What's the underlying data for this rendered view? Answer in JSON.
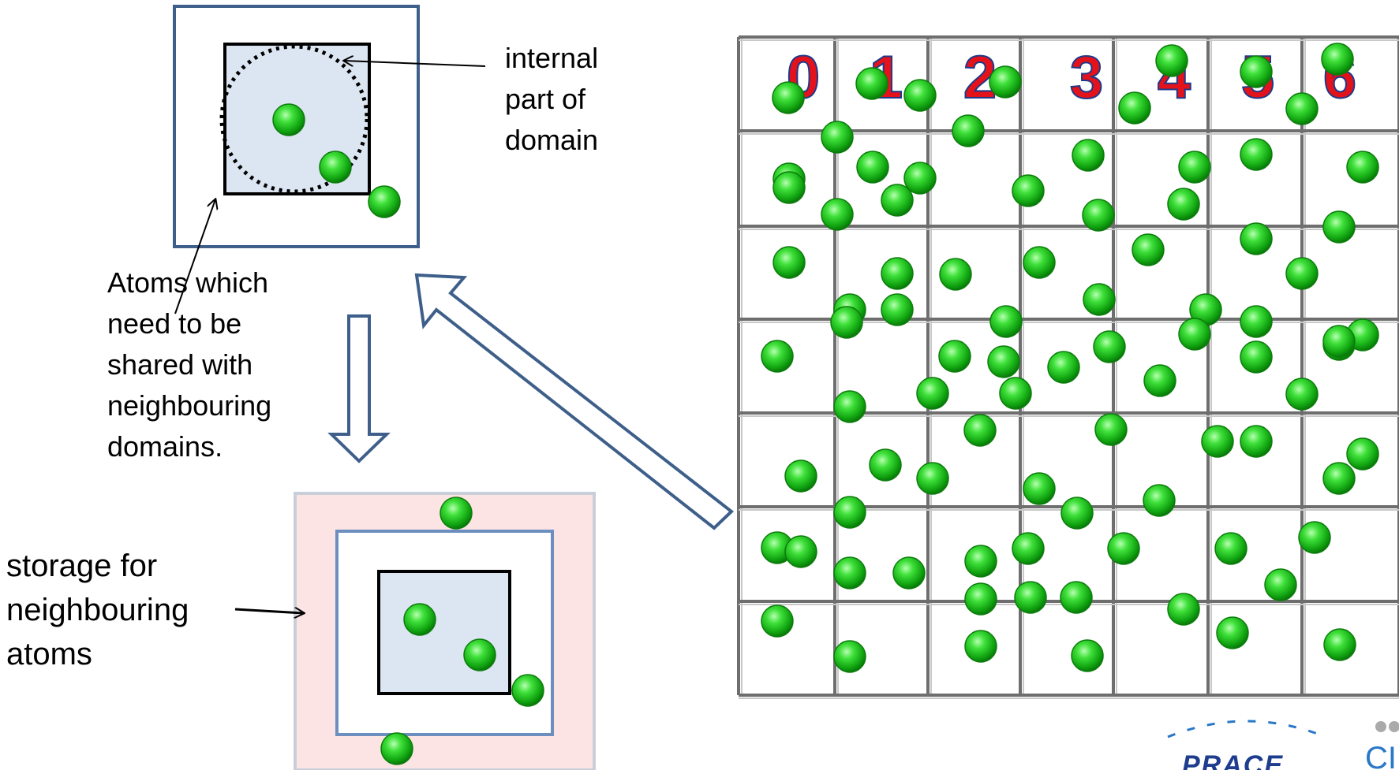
{
  "labels": {
    "internal": [
      "internal",
      "part of",
      "domain"
    ],
    "atoms_shared": [
      "Atoms which",
      "need to be",
      "shared with",
      "neighbouring",
      "domains."
    ],
    "storage": [
      "storage for",
      "neighbouring",
      "atoms"
    ]
  },
  "grid": {
    "columns": 7,
    "rows": 7,
    "column_numbers": [
      "0",
      "1",
      "2",
      "3",
      "4",
      "5",
      "6"
    ]
  },
  "logo": {
    "text": "PRACE",
    "text2": "CI"
  },
  "colors": {
    "domain_border": "#3e5f8a",
    "inner_fill": "#dce6f2",
    "halo_fill": "#fde4e4",
    "atom": "#22c322",
    "number": "#e3121b",
    "number_outline": "#1e3a8a",
    "grid_line": "#8c8c8c"
  }
}
